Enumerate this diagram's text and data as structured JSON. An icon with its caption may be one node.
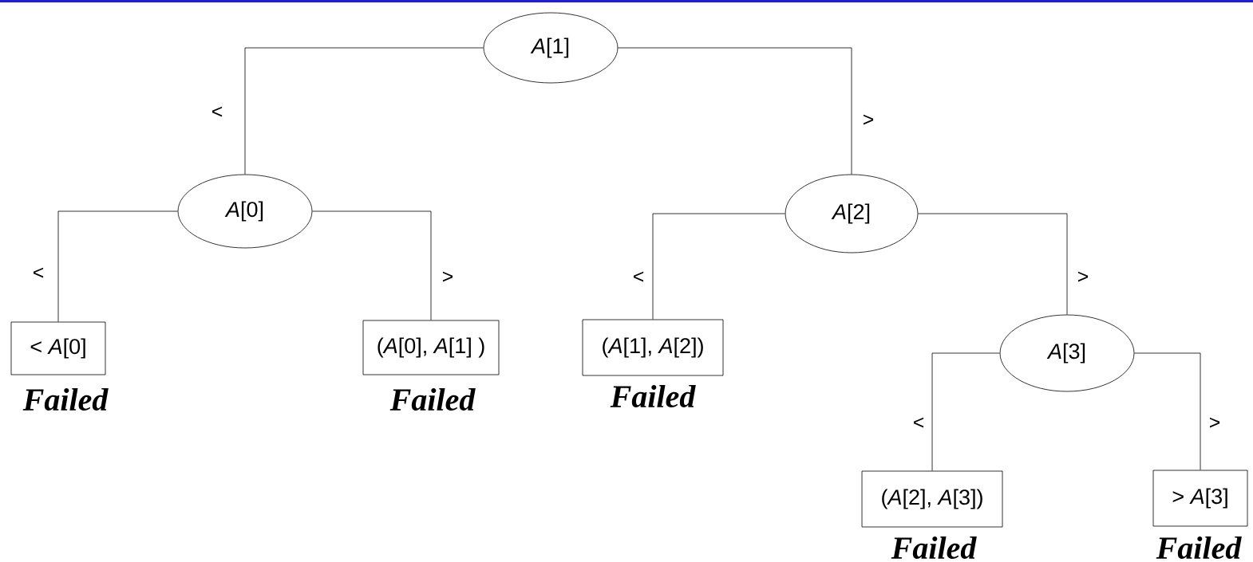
{
  "diagram": {
    "nodes": [
      {
        "text": [
          "*A*[1]"
        ]
      },
      {
        "text": [
          "*A*[0]"
        ]
      },
      {
        "text": [
          "*A*[2]"
        ]
      },
      {
        "text": [
          "< *A*[0]"
        ],
        "beside": [
          "Failed"
        ]
      },
      {
        "text": [
          "(*A*[0], *A*[1] )"
        ],
        "beside": [
          "Failed"
        ]
      },
      {
        "text": [
          "(*A*[1], *A*[2])"
        ],
        "beside": [
          "Failed"
        ]
      },
      {
        "text": [
          "*A*[3]"
        ]
      },
      {
        "text": [
          "(*A*[2], *A*[3])"
        ],
        "beside": [
          "Failed"
        ]
      },
      {
        "text": [
          "> *A*[3]"
        ],
        "beside": [
          "Failed"
        ]
      }
    ],
    "edges": [
      {
        "from": 0,
        "to": 1,
        "arrow": "none",
        "label": "<"
      },
      {
        "from": 0,
        "to": 2,
        "arrow": "none",
        "label": ">"
      },
      {
        "from": 1,
        "to": 3,
        "arrow": "none",
        "label": "<"
      },
      {
        "from": 1,
        "to": 4,
        "arrow": "none",
        "label": ">"
      },
      {
        "from": 2,
        "to": 5,
        "arrow": "none",
        "label": "<"
      },
      {
        "from": 2,
        "to": 6,
        "arrow": "none",
        "label": ">"
      },
      {
        "from": 6,
        "to": 7,
        "arrow": "none",
        "label": "<"
      },
      {
        "from": 6,
        "to": 8,
        "arrow": "none",
        "label": ">"
      }
    ]
  }
}
